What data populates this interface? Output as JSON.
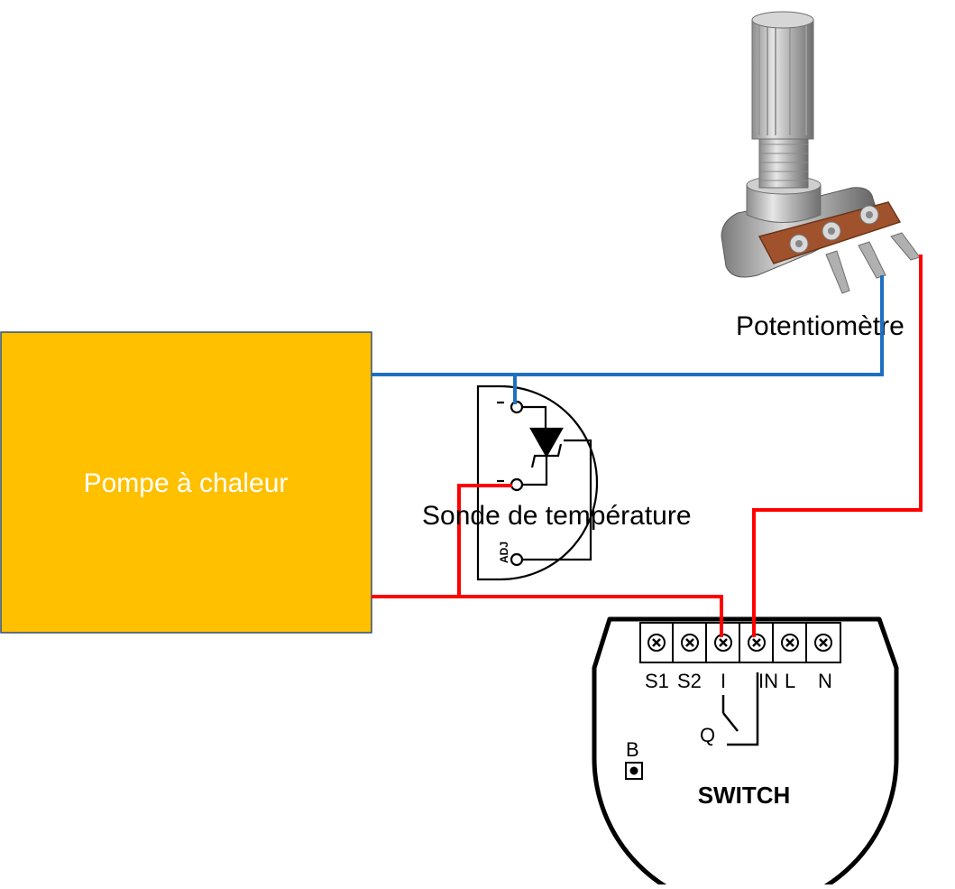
{
  "pump": {
    "label": "Pompe à chaleur",
    "fill": "#FFC000",
    "stroke": "#2F4F7F",
    "text_color": "#FFFFFF"
  },
  "potentiometer": {
    "label": "Potentiomètre"
  },
  "sensor": {
    "label": "Sonde de température",
    "pin_adj": "ADJ"
  },
  "switch_module": {
    "title": "SWITCH",
    "button_label": "B",
    "relay_label": "Q",
    "terminals": [
      "S1",
      "S2",
      "I",
      "IN",
      "L",
      "N"
    ]
  },
  "wires": {
    "blue": "#1F6FC0",
    "red": "#FF0000"
  }
}
